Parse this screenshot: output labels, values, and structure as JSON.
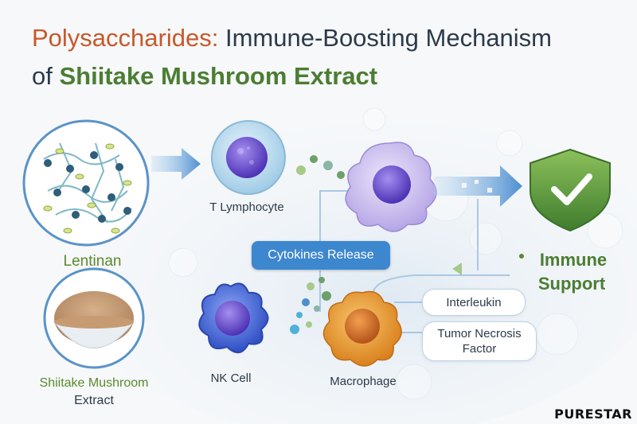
{
  "title": {
    "line1_accent": "Polysaccharides:",
    "line1_rest": " Immune-Boosting Mechanism",
    "line2_prefix": "of ",
    "line2_accent": "Shiitake Mushroom Extract"
  },
  "labels": {
    "lentinan": "Lentinan",
    "extract_line1": "Shiitake Mushroom",
    "extract_line2": "Extract",
    "t_lymphocyte": "T Lymphocyte",
    "nk_cell": "NK Cell",
    "macrophage": "Macrophage",
    "cytokines": "Cytokines Release",
    "interleukin": "Interleukin",
    "tnf_line1": "Tumor Necrosis",
    "tnf_line2": "Factor",
    "immune_line1": "Immune",
    "immune_line2": "Support"
  },
  "brand": "PURESTAR",
  "colors": {
    "title_accent": "#c8582a",
    "extract_accent": "#4b7d32",
    "cytokine_pill": "#3d87cf",
    "shield": "#6aa344",
    "macrophage": "#e59a32",
    "nk_cell": "#3f63d8",
    "t_cell": "#7a5fd6"
  },
  "icons": [
    "polysaccharide-network-icon",
    "mushroom-powder-bowl-icon",
    "shield-check-icon"
  ]
}
